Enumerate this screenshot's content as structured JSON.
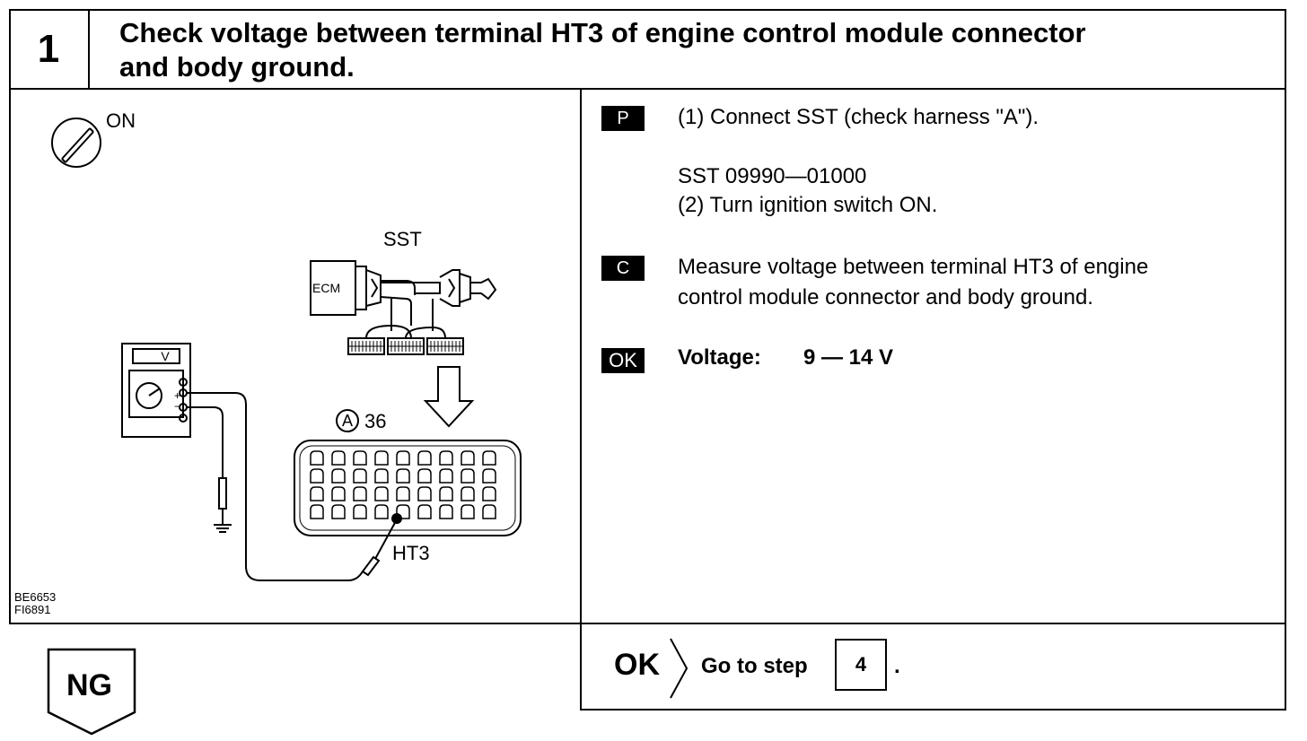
{
  "step": {
    "number": "1",
    "title_line1": "Check voltage between terminal HT3 of engine control module connector",
    "title_line2": "and body ground."
  },
  "diagram": {
    "ignition_label": "ON",
    "sst_label": "SST",
    "ecm_label": "ECM",
    "meter_label": "V",
    "connector_circle_letter": "A",
    "connector_number": "36",
    "terminal_label": "HT3",
    "figure_code_1": "BE6653",
    "figure_code_2": "FI6891"
  },
  "instructions": {
    "p_tag": "P",
    "p_line1": "(1) Connect SST (check harness \"A\").",
    "sst_number": "SST 09990—01000",
    "p_line2": "(2)  Turn ignition switch ON.",
    "c_tag": "C",
    "c_line1": "Measure voltage between terminal HT3 of engine",
    "c_line2": "control module connector and body ground.",
    "ok_tag": "OK",
    "ok_label": "Voltage:",
    "ok_value": "9  —  14 V"
  },
  "result": {
    "ok_label": "OK",
    "go_to_text": "Go to step",
    "step_ref": "4",
    "period": ".",
    "ng_label": "NG"
  }
}
